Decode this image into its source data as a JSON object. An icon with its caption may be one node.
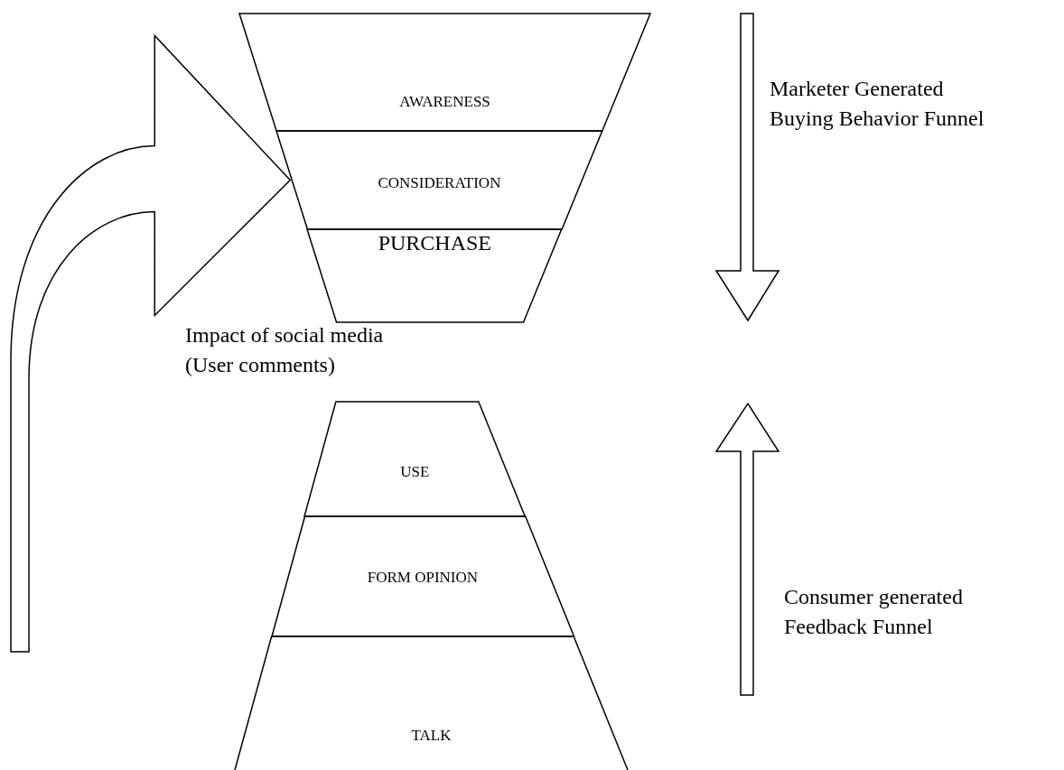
{
  "diagram": {
    "nodes": [
      {
        "text": [
          "AWARENESS"
        ]
      },
      {
        "text": [
          "CONSIDERATION"
        ]
      },
      {
        "text": [
          "PURCHASE"
        ]
      },
      {
        "text": [
          "USE"
        ]
      },
      {
        "text": [
          "FORM OPINION"
        ]
      },
      {
        "text": [
          "TALK"
        ]
      }
    ],
    "edges": [
      {
        "from": null,
        "to": 1,
        "arrow": "to"
      }
    ],
    "labels": [
      "Marketer Generated Buying Behavior Funnel",
      "Impact of social media (User comments)",
      "Consumer generated Feedback Funnel"
    ]
  }
}
